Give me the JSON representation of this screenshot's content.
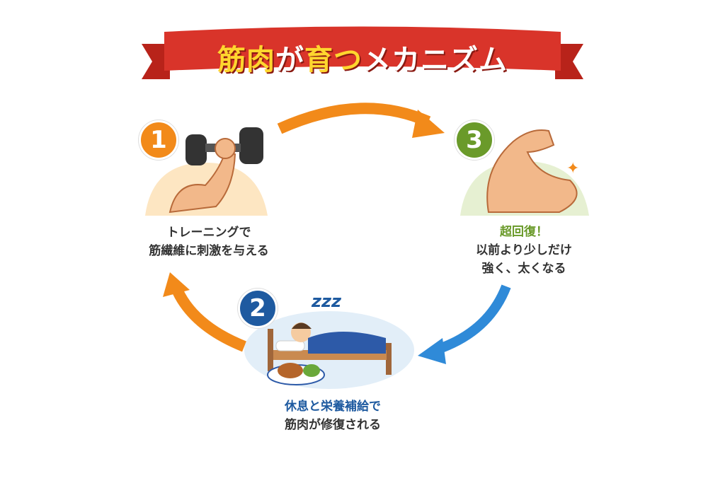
{
  "title": {
    "part1": "筋肉",
    "part2": "が",
    "part3": "育つ",
    "part4": "メカニズム"
  },
  "steps": [
    {
      "number": "1",
      "line1": "トレーニングで",
      "line2": "筋繊維に刺激を与える",
      "color": "#f28a1a"
    },
    {
      "number": "2",
      "line1": "休息と栄養補給で",
      "line2": "筋肉が修復される",
      "color": "#1e5aa0"
    },
    {
      "number": "3",
      "heading": "超回復！",
      "line1": "以前より少しだけ",
      "line2": "強く、太くなる",
      "color": "#6a9a2a"
    }
  ],
  "sleep_text": "zzz"
}
